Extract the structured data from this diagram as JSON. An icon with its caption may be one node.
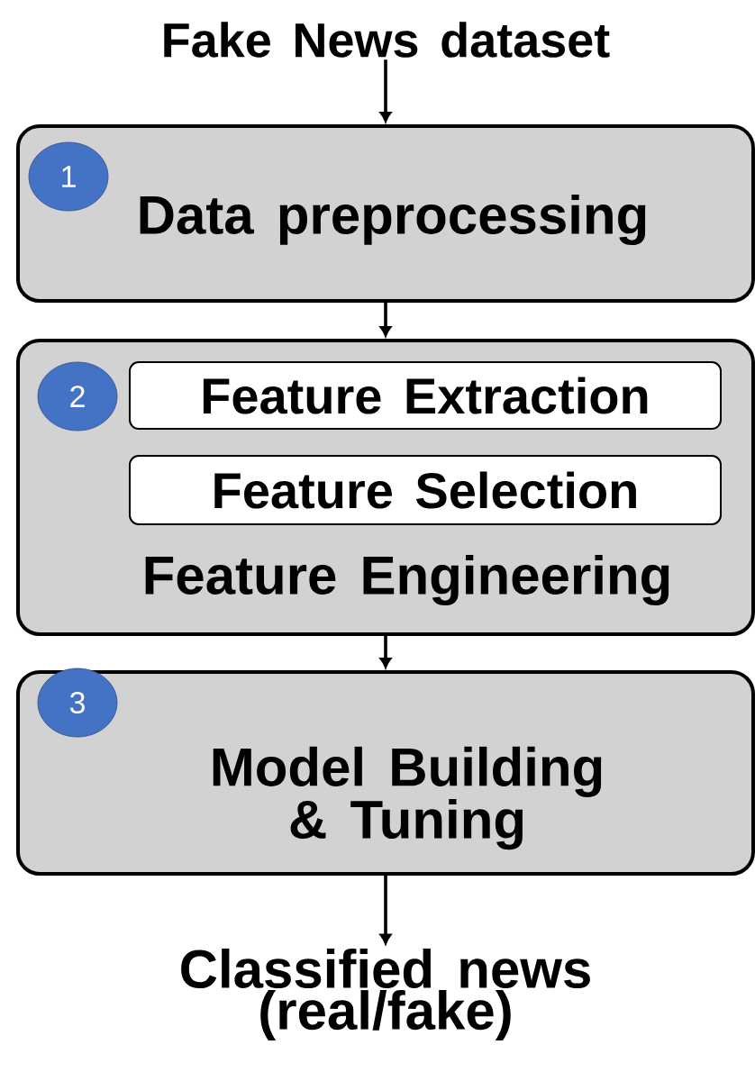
{
  "diagram": {
    "nodes": [
      {
        "text": [
          "Fake News dataset"
        ]
      },
      {
        "text": [
          "Data preprocessing"
        ]
      },
      {
        "text": [
          "1"
        ],
        "in": 1
      },
      {
        "text": [
          "Feature Engineering"
        ]
      },
      {
        "text": [
          "2"
        ],
        "in": 3
      },
      {
        "text": [
          "Feature Extraction"
        ],
        "in": 3
      },
      {
        "text": [
          "Feature Selection"
        ],
        "in": 3
      },
      {
        "text": [
          "Model Building & Tuning"
        ]
      },
      {
        "text": [
          "3"
        ],
        "in": 7
      },
      {
        "text": [
          "Classified news (real/fake)"
        ]
      }
    ],
    "edges": [
      {
        "from": 0,
        "to": 1,
        "arrow": "to"
      },
      {
        "from": 1,
        "to": 3,
        "arrow": "to"
      },
      {
        "from": 3,
        "to": 7,
        "arrow": "to"
      },
      {
        "from": 7,
        "to": 9,
        "arrow": "to"
      }
    ]
  }
}
